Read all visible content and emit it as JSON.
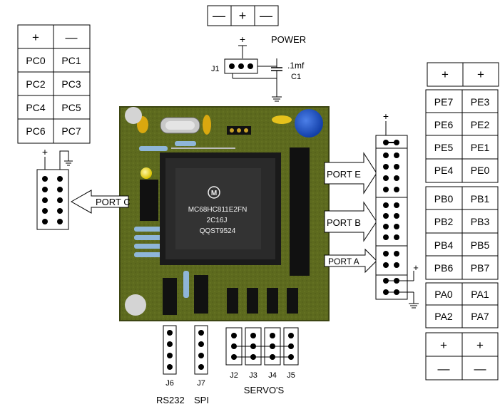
{
  "power_box": {
    "signs": [
      "—",
      "+",
      "—"
    ]
  },
  "power": {
    "label": "POWER",
    "plus": "+",
    "connector": "J1",
    "capacitor_value": ".1mf",
    "capacitor_name": "C1"
  },
  "port_c_table": {
    "header": [
      "+",
      "—"
    ],
    "rows": [
      [
        "PC0",
        "PC1"
      ],
      [
        "PC2",
        "PC3"
      ],
      [
        "PC4",
        "PC5"
      ],
      [
        "PC6",
        "PC7"
      ]
    ]
  },
  "port_c_header": {
    "plus": "+"
  },
  "port_e_table": {
    "header": [
      "+",
      "+"
    ],
    "rows": [
      [
        "PE7",
        "PE3"
      ],
      [
        "PE6",
        "PE2"
      ],
      [
        "PE5",
        "PE1"
      ],
      [
        "PE4",
        "PE0"
      ]
    ]
  },
  "port_b_table": {
    "rows": [
      [
        "PB0",
        "PB1"
      ],
      [
        "PB2",
        "PB3"
      ],
      [
        "PB4",
        "PB5"
      ],
      [
        "PB6",
        "PB7"
      ]
    ]
  },
  "port_a_table": {
    "rows": [
      [
        "PA0",
        "PA1"
      ],
      [
        "PA2",
        "PA7"
      ]
    ]
  },
  "bottom_right_box": {
    "row1": [
      "+",
      "+"
    ],
    "row2": [
      "—",
      "—"
    ]
  },
  "arrows": {
    "port_c": "PORT C",
    "port_e": "PORT E",
    "port_b": "PORT B",
    "port_a": "PORT A"
  },
  "right_header": {
    "plus_top": "+",
    "plus_side": "+"
  },
  "chip": {
    "logo": "M",
    "line1": "MC68HC811E2FN",
    "line2": "2C16J",
    "line3": "QQST9524"
  },
  "jumpers": {
    "j6": "J6",
    "j7": "J7",
    "j2": "J2",
    "j3": "J3",
    "j4": "J4",
    "j5": "J5",
    "rs232": "RS232",
    "spi": "SPI",
    "servos": "SERVO'S"
  }
}
